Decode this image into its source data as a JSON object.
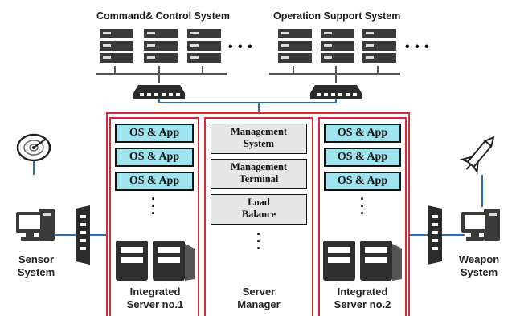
{
  "systems": {
    "command_control": "Command& Control System",
    "operation_support": "Operation Support System"
  },
  "server1": {
    "apps": [
      "OS & App",
      "OS & App",
      "OS & App"
    ],
    "label_line1": "Integrated",
    "label_line2": "Server no.1"
  },
  "manager": {
    "modules": [
      {
        "line1": "Management",
        "line2": "System"
      },
      {
        "line1": "Management",
        "line2": "Terminal"
      },
      {
        "line1": "Load",
        "line2": "Balance"
      }
    ],
    "label_line1": "Server",
    "label_line2": "Manager"
  },
  "server2": {
    "apps": [
      "OS & App",
      "OS & App",
      "OS & App"
    ],
    "label_line1": "Integrated",
    "label_line2": "Server no.2"
  },
  "sensor": {
    "line1": "Sensor",
    "line2": "System"
  },
  "weapon": {
    "line1": "Weapon",
    "line2": "System"
  },
  "ellipsis_h": "• • •",
  "icons": {
    "rack": "server-rack-icon",
    "switch": "network-switch-icon",
    "radar": "radar-icon",
    "computer": "computer-icon",
    "firewall": "firewall-icon",
    "missile": "missile-icon",
    "tower": "tower-server-icon"
  },
  "colors": {
    "frame": "#d42a3a",
    "app_fill": "#9fe3ee",
    "module_fill": "#e6e6e6",
    "link": "#2a6fb0"
  }
}
